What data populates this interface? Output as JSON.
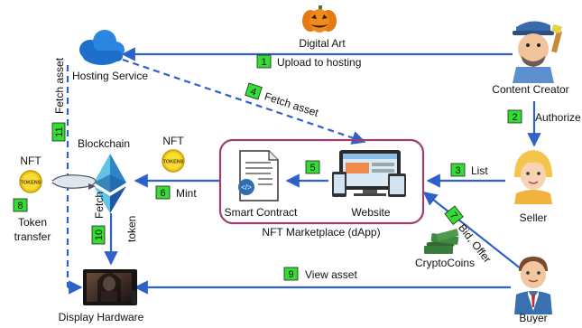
{
  "nodes": {
    "hosting": "Hosting Service",
    "digital_art": "Digital Art",
    "creator": "Content Creator",
    "seller": "Seller",
    "buyer": "Buyer",
    "blockchain": "Blockchain",
    "smart_contract": "Smart Contract",
    "website": "Website",
    "marketplace": "NFT Marketplace (dApp)",
    "crypto": "CryptoCoins",
    "display": "Display Hardware",
    "nft_a": "NFT",
    "nft_b": "NFT",
    "token_a": "TOKENS",
    "token_b": "TOKENS",
    "token_transfer_1": "Token",
    "token_transfer_2": "transfer"
  },
  "steps": {
    "s1": {
      "num": "1",
      "label": "Upload to hosting"
    },
    "s2": {
      "num": "2",
      "label": "Authorize"
    },
    "s3": {
      "num": "3",
      "label": "List"
    },
    "s4": {
      "num": "4",
      "label": "Fetch asset"
    },
    "s5": {
      "num": "5",
      "label": ""
    },
    "s6": {
      "num": "6",
      "label": "Mint"
    },
    "s7": {
      "num": "7",
      "label": "Bid, Offer"
    },
    "s8": {
      "num": "8",
      "label": ""
    },
    "s9": {
      "num": "9",
      "label": "View asset"
    },
    "s10": {
      "num": "10",
      "label1": "Fetch",
      "label2": "token"
    },
    "s11": {
      "num": "11",
      "label": "Fetch asset"
    }
  },
  "colors": {
    "arrow": "#2e62c9",
    "step_box": "#33dd33",
    "marketplace_border": "#9a3f6e",
    "eth_light": "#63c3e6",
    "eth_dark": "#1f5aa0"
  }
}
